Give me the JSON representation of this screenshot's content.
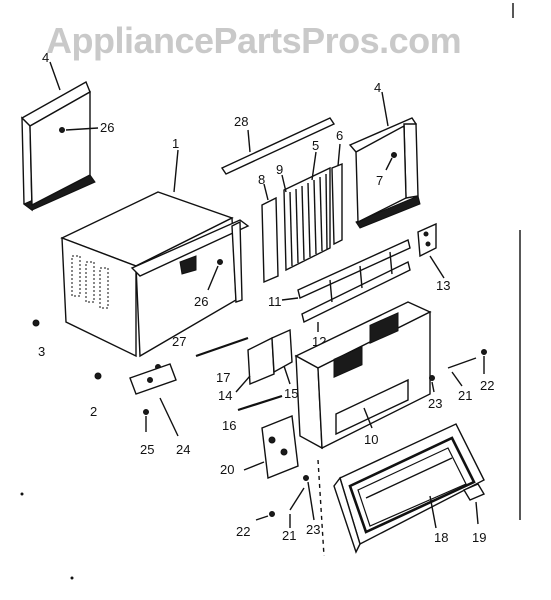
{
  "watermark": "AppliancePartsPros.com",
  "callouts": {
    "c4a": "4",
    "c26a": "26",
    "c28": "28",
    "c4b": "4",
    "c7": "7",
    "c8": "8",
    "c9": "9",
    "c5": "5",
    "c6": "6",
    "c1": "1",
    "c26b": "26",
    "c13": "13",
    "c11": "11",
    "c12": "12",
    "c3": "3",
    "c27": "27",
    "c17": "17",
    "c14": "14",
    "c15": "15",
    "c2": "2",
    "c22a": "22",
    "c21a": "21",
    "c23a": "23",
    "c10": "10",
    "c16": "16",
    "c25": "25",
    "c24": "24",
    "c20": "20",
    "c22b": "22",
    "c21b": "21",
    "c23b": "23",
    "c18": "18",
    "c19": "19"
  }
}
